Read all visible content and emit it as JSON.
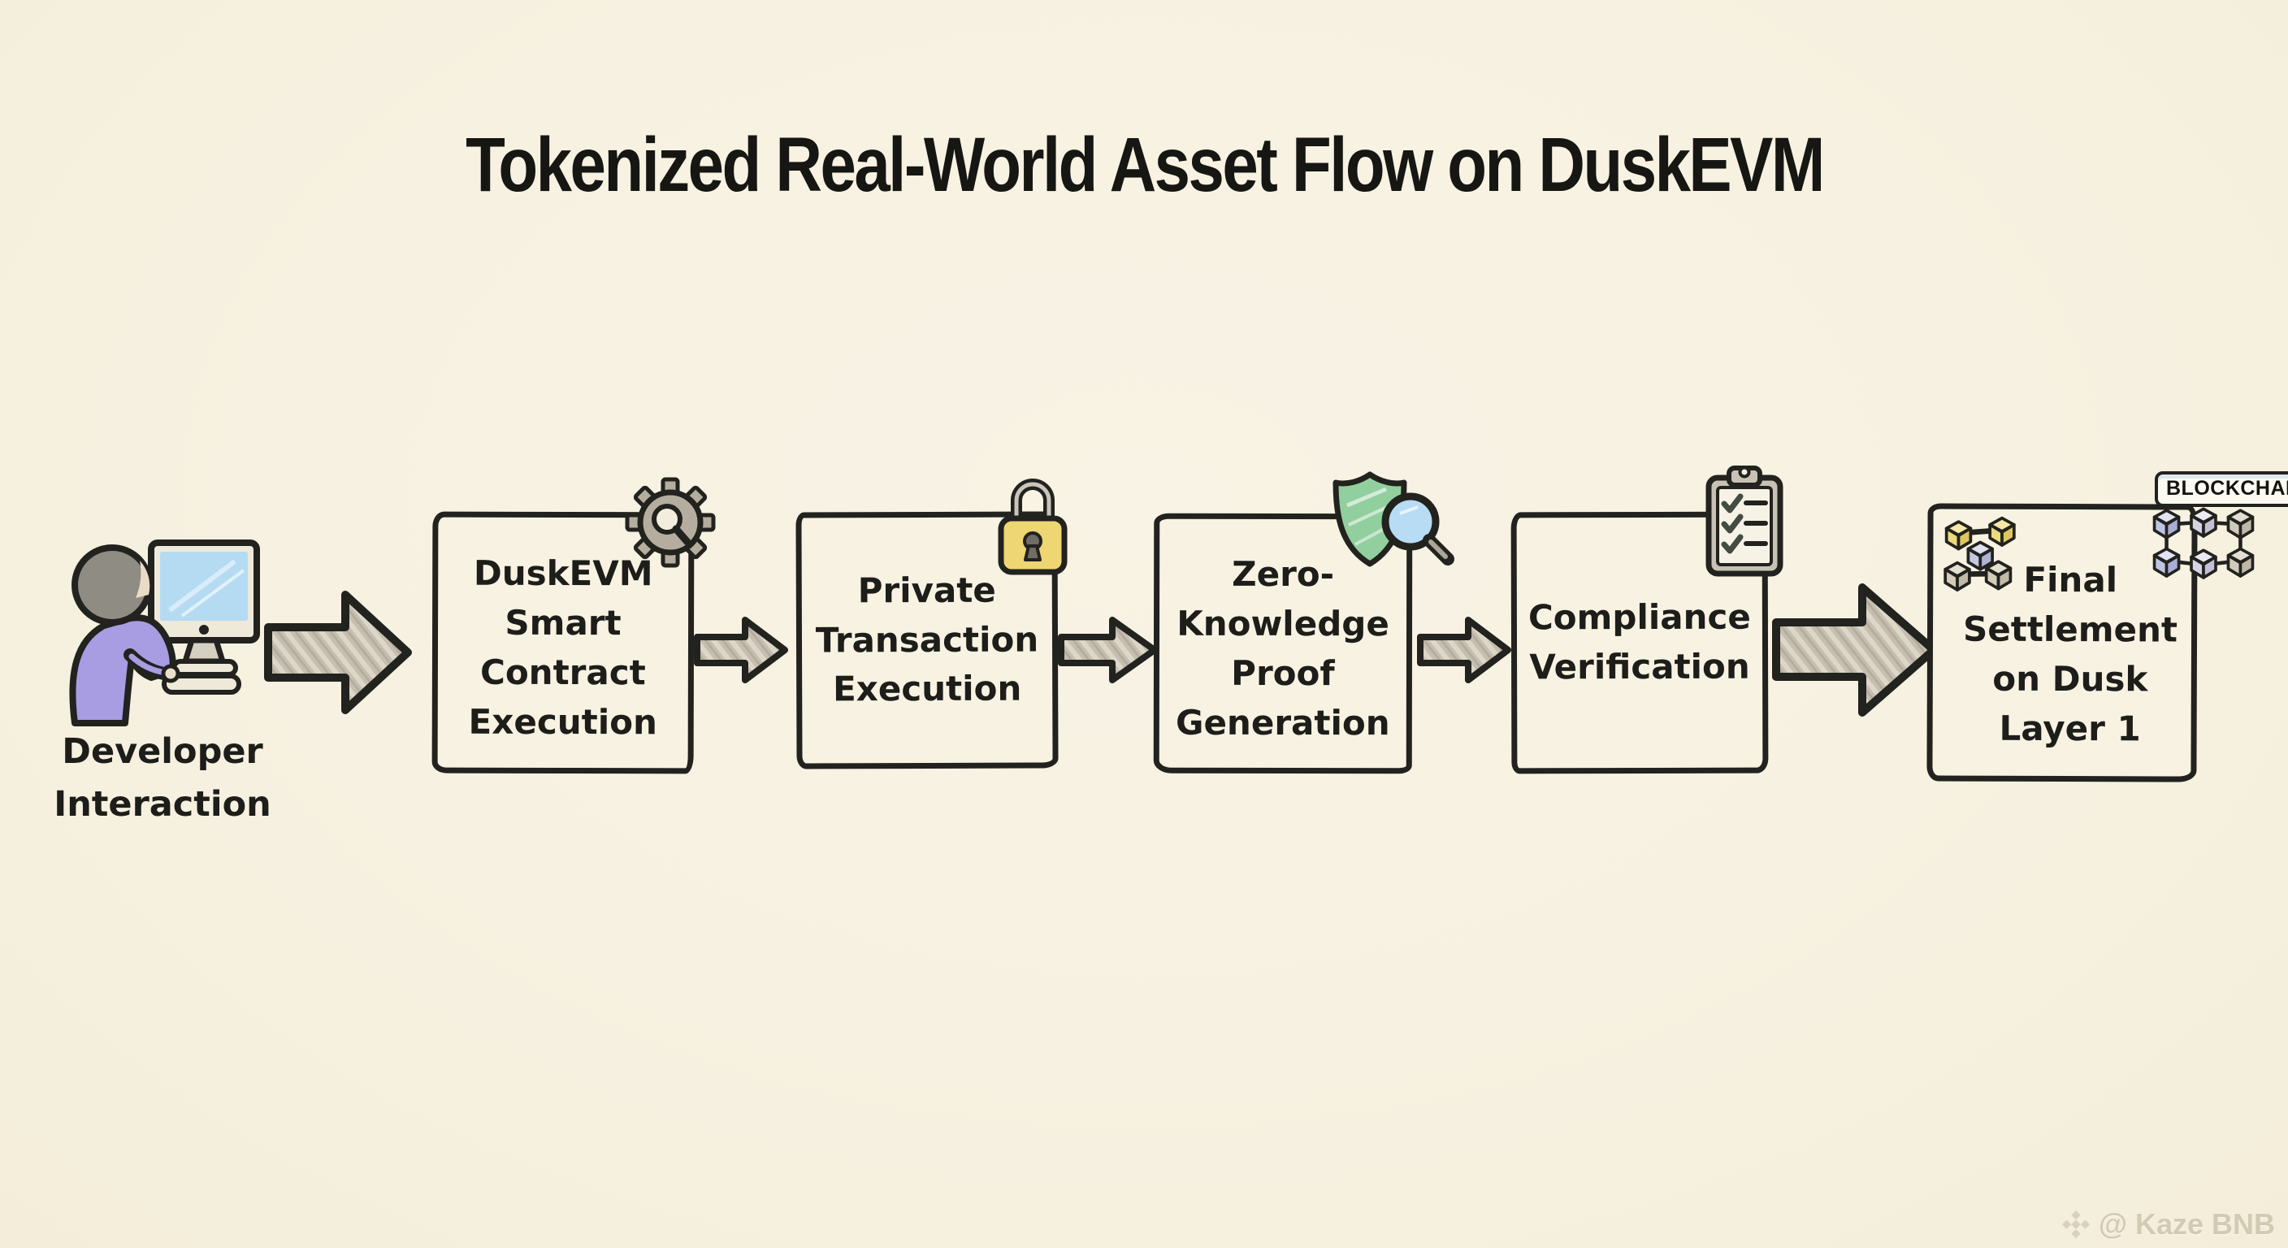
{
  "title": "Tokenized Real-World Asset Flow on DuskEVM",
  "start": {
    "label": "Developer\nInteraction",
    "icon": "developer-computer-icon"
  },
  "steps": [
    {
      "label": "DuskEVM\nSmart\nContract\nExecution",
      "icon": "gear-search-icon"
    },
    {
      "label": "Private\nTransaction\nExecution",
      "icon": "padlock-icon"
    },
    {
      "label": "Zero-\nKnowledge\nProof\nGeneration",
      "icon": "shield-magnifier-icon"
    },
    {
      "label": "Compliance\nVerification",
      "icon": "clipboard-checklist-icon"
    },
    {
      "label": "Final\nSettlement\non Dusk\nLayer 1",
      "icon": "blockchain-cubes-icon",
      "badge": "BLOCKCHAIN"
    }
  ],
  "watermark": {
    "text": "@ Kaze BNB",
    "icon": "binance-diamond-icon"
  },
  "colors": {
    "background": "#f7f1e1",
    "ink": "#22221e",
    "arrow_fill": "#c7c0b2",
    "lock_yellow": "#eed673",
    "shield_green": "#92cf9e",
    "lens_blue": "#b7dcf3",
    "screen_blue": "#b4dbf2",
    "shirt_purple": "#a89ce2",
    "hair_gray": "#8f8c84",
    "cube_yellow": "#ecd87e",
    "cube_lavender": "#bfc4e2",
    "cube_khaki": "#d2ccb8"
  }
}
